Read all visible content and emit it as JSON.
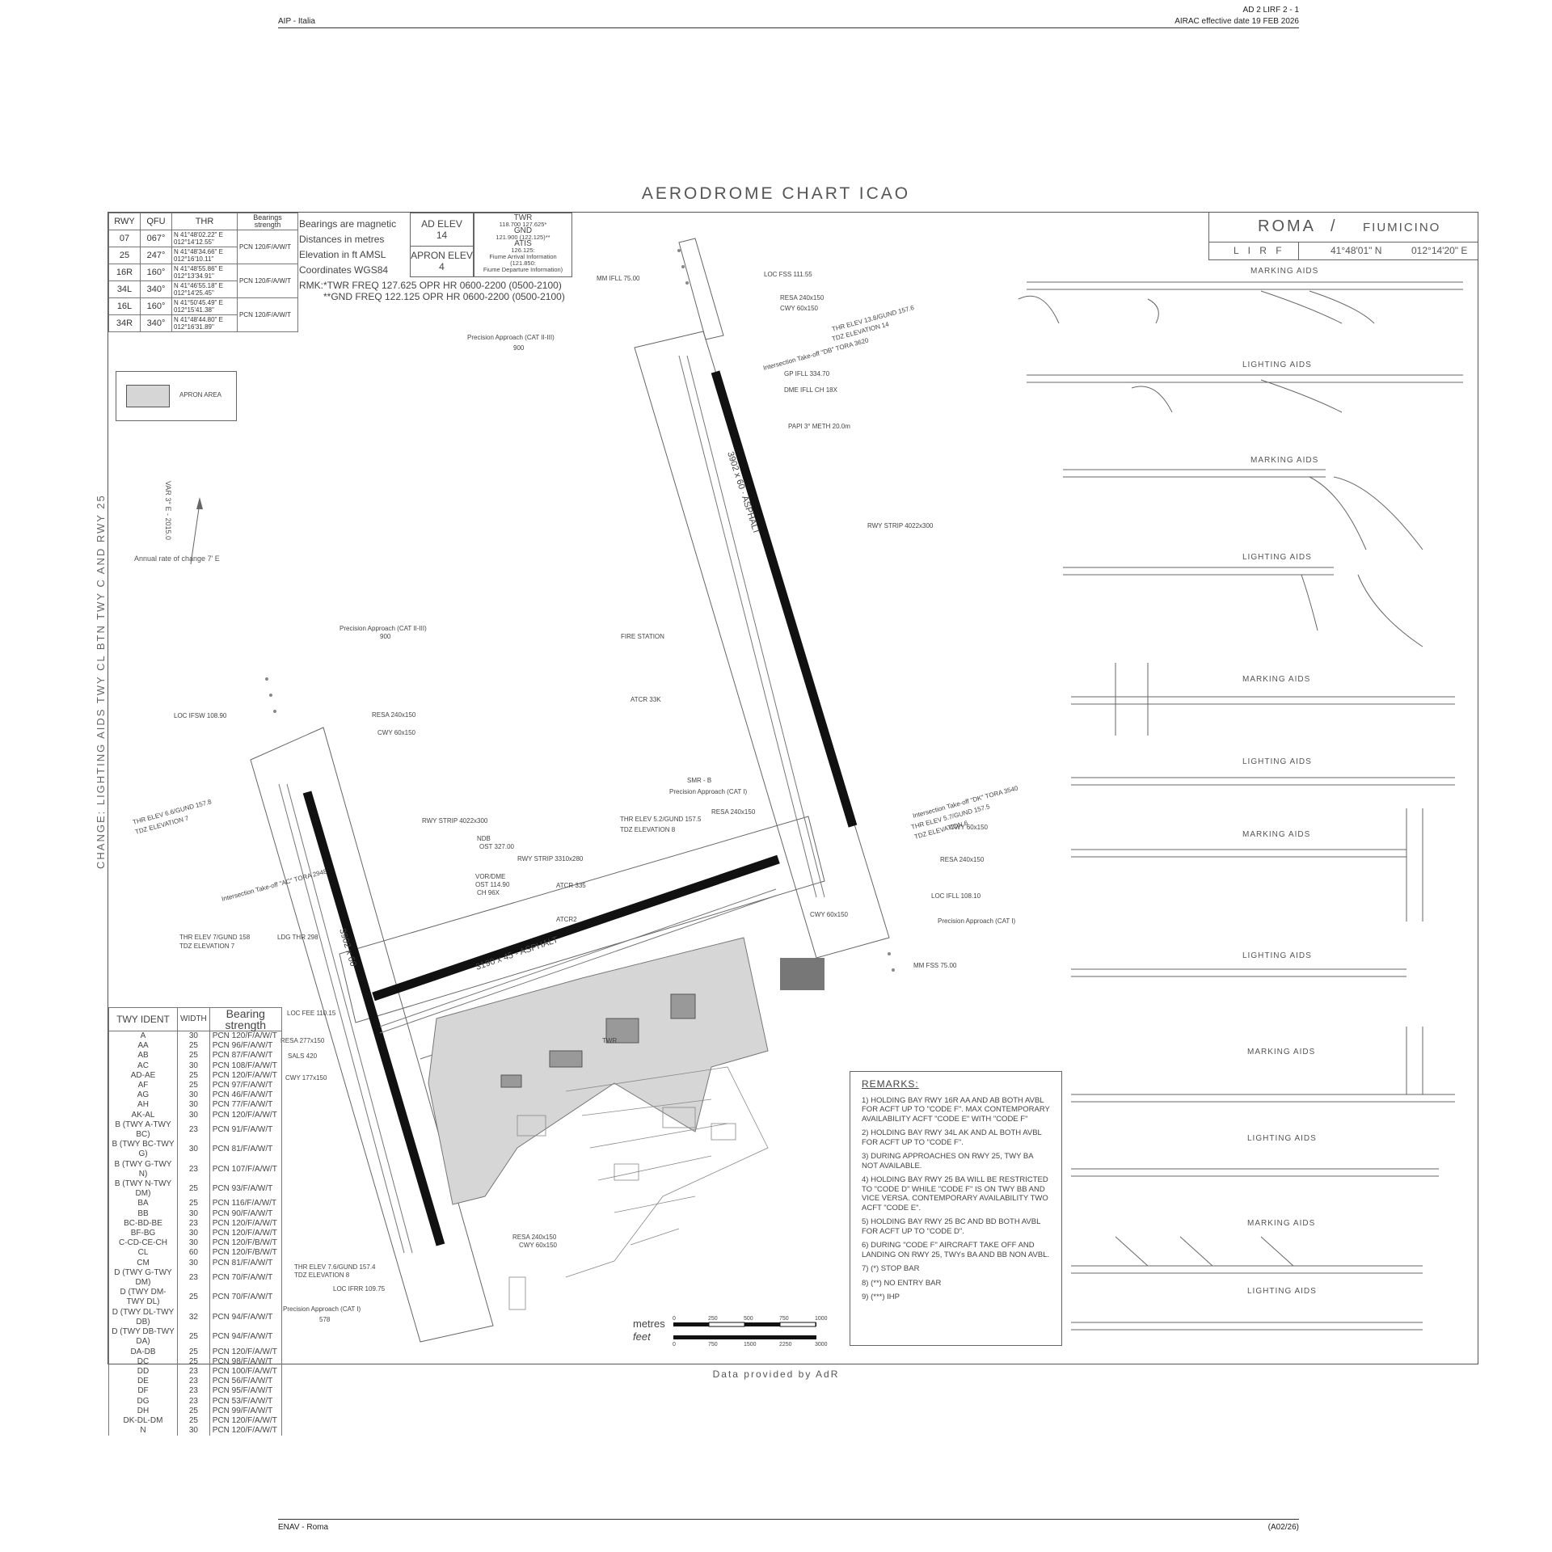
{
  "header": {
    "left": "AIP - Italia",
    "right_line1": "AD 2 LIRF 2 - 1",
    "right_line2": "AIRAC effective date 19 FEB 2026"
  },
  "footer": {
    "left": "ENAV - Roma",
    "right": "(A02/26)"
  },
  "chart_title": "AERODROME CHART ICAO",
  "location": {
    "city": "ROMA",
    "separator": "/",
    "airport": "FIUMICINO",
    "icao": "L I R F",
    "lat": "41°48'01\" N",
    "lon": "012°14'20\" E"
  },
  "runway_table": {
    "headers": [
      "RWY",
      "QFU",
      "THR",
      "Bearings strength"
    ],
    "rows": [
      {
        "rwy": "07",
        "qfu": "067°",
        "thr": "N 41°48'02.22\" E 012°14'12.55\"",
        "pcn": "PCN 120/F/A/W/T"
      },
      {
        "rwy": "25",
        "qfu": "247°",
        "thr": "N 41°48'34.66\" E 012°16'10.11\"",
        "pcn": ""
      },
      {
        "rwy": "16R",
        "qfu": "160°",
        "thr": "N 41°48'55.86\" E 012°13'34.91\"",
        "pcn": "PCN 120/F/A/W/T"
      },
      {
        "rwy": "34L",
        "qfu": "340°",
        "thr": "N 41°46'55.18\" E 012°14'25.45\"",
        "pcn": ""
      },
      {
        "rwy": "16L",
        "qfu": "160°",
        "thr": "N 41°50'45.49\" E 012°15'41.38\"",
        "pcn": "PCN 120/F/A/W/T"
      },
      {
        "rwy": "34R",
        "qfu": "340°",
        "thr": "N 41°48'44.80\" E 012°16'31.89\"",
        "pcn": ""
      }
    ]
  },
  "general_notes": [
    "Bearings are magnetic",
    "Distances in metres",
    "Elevation in ft AMSL",
    "Coordinates WGS84"
  ],
  "ad_elev": {
    "label": "AD ELEV",
    "value": "14"
  },
  "apron_elev": {
    "label": "APRON ELEV",
    "value": "4"
  },
  "frequencies": {
    "twr_label": "TWR",
    "twr": "118.700 127.625*",
    "gnd_label": "GND",
    "gnd": "121.900 (122.125)**",
    "atis_label": "ATIS",
    "atis1": "126.125:",
    "atis2": "Fiume Arrival Information",
    "atis3": "(121.850:",
    "atis4": "Fiume Departure Information)"
  },
  "rmk": {
    "line1": "RMK:*TWR FREQ 127.625 OPR HR 0600-2200 (0500-2100)",
    "line2": "**GND FREQ 122.125 OPR HR 0600-2200 (0500-2100)"
  },
  "legend_apron": "APRON AREA",
  "variation": "VAR 3° E - 2015.0",
  "annual_change": "Annual rate of change 7' E",
  "side_note": "CHANGE: LIGHTING AIDS TWY CL BTN TWY C AND RWY 25",
  "taxiway_table": {
    "headers": [
      "TWY IDENT",
      "WIDTH",
      "Bearing strength"
    ],
    "rows": [
      [
        "A",
        "30",
        "PCN 120/F/A/W/T"
      ],
      [
        "AA",
        "25",
        "PCN 96/F/A/W/T"
      ],
      [
        "AB",
        "25",
        "PCN 87/F/A/W/T"
      ],
      [
        "AC",
        "30",
        "PCN 108/F/A/W/T"
      ],
      [
        "AD-AE",
        "25",
        "PCN 120/F/A/W/T"
      ],
      [
        "AF",
        "25",
        "PCN 97/F/A/W/T"
      ],
      [
        "AG",
        "30",
        "PCN 46/F/A/W/T"
      ],
      [
        "AH",
        "30",
        "PCN 77/F/A/W/T"
      ],
      [
        "AK-AL",
        "30",
        "PCN 120/F/A/W/T"
      ],
      [
        "B (TWY A-TWY BC)",
        "23",
        "PCN 91/F/A/W/T"
      ],
      [
        "B (TWY BC-TWY G)",
        "30",
        "PCN 81/F/A/W/T"
      ],
      [
        "B (TWY G-TWY N)",
        "23",
        "PCN 107/F/A/W/T"
      ],
      [
        "B (TWY N-TWY DM)",
        "25",
        "PCN 93/F/A/W/T"
      ],
      [
        "BA",
        "25",
        "PCN 116/F/A/W/T"
      ],
      [
        "BB",
        "30",
        "PCN 90/F/A/W/T"
      ],
      [
        "BC-BD-BE",
        "23",
        "PCN 120/F/A/W/T"
      ],
      [
        "BF-BG",
        "30",
        "PCN 120/F/A/W/T"
      ],
      [
        "C-CD-CE-CH",
        "30",
        "PCN 120/F/B/W/T"
      ],
      [
        "CL",
        "60",
        "PCN 120/F/B/W/T"
      ],
      [
        "CM",
        "30",
        "PCN 81/F/A/W/T"
      ],
      [
        "D (TWY G-TWY DM)",
        "23",
        "PCN 70/F/A/W/T"
      ],
      [
        "D (TWY DM-TWY DL)",
        "25",
        "PCN 70/F/A/W/T"
      ],
      [
        "D (TWY DL-TWY DB)",
        "32",
        "PCN 94/F/A/W/T"
      ],
      [
        "D (TWY DB-TWY DA)",
        "25",
        "PCN 94/F/A/W/T"
      ],
      [
        "DA-DB",
        "25",
        "PCN 120/F/A/W/T"
      ],
      [
        "DC",
        "25",
        "PCN 98/F/A/W/T"
      ],
      [
        "DD",
        "23",
        "PCN 100/F/A/W/T"
      ],
      [
        "DE",
        "23",
        "PCN 56/F/A/W/T"
      ],
      [
        "DF",
        "23",
        "PCN 95/F/A/W/T"
      ],
      [
        "DG",
        "23",
        "PCN 53/F/A/W/T"
      ],
      [
        "DH",
        "25",
        "PCN 99/F/A/W/T"
      ],
      [
        "DK-DL-DM",
        "25",
        "PCN 120/F/A/W/T"
      ],
      [
        "N",
        "30",
        "PCN 120/F/A/W/T"
      ]
    ]
  },
  "remarks": {
    "title": "REMARKS:",
    "items": [
      "1) HOLDING BAY RWY 16R AA AND AB BOTH AVBL FOR ACFT UP TO \"CODE F\". MAX CONTEMPORARY AVAILABILITY ACFT \"CODE E\" WITH \"CODE F\"",
      "2) HOLDING BAY RWY 34L AK AND AL BOTH AVBL FOR ACFT UP TO \"CODE F\".",
      "3) DURING APPROACHES ON RWY 25, TWY BA NOT AVAILABLE.",
      "4) HOLDING BAY RWY 25 BA WILL BE RESTRICTED TO \"CODE D\" WHILE \"CODE F\" IS ON TWY BB AND VICE VERSA. CONTEMPORARY AVAILABILITY TWO ACFT \"CODE E\".",
      "5) HOLDING BAY RWY 25 BC AND BD BOTH AVBL FOR ACFT UP TO \"CODE D\".",
      "6) DURING \"CODE F\" AIRCRAFT TAKE OFF AND LANDING ON RWY 25, TWYs BA AND BB NON AVBL.",
      "7) (*) STOP BAR",
      "8) (**) NO ENTRY BAR",
      "9) (***) IHP"
    ]
  },
  "aids_labels": {
    "marking": "MARKING AIDS",
    "lighting": "LIGHTING AIDS"
  },
  "scale": {
    "metres_label": "metres",
    "feet_label": "feet",
    "metres_ticks": [
      "0",
      "250",
      "500",
      "750",
      "1000"
    ],
    "feet_ticks": [
      "0",
      "750",
      "1500",
      "2250",
      "3000"
    ]
  },
  "credit": "Data provided by AdR",
  "map_labels": {
    "rwy16r34l": "3902 x 60",
    "rwy16l34r": "3902 x 60 · ASPHALT",
    "rwy0725": "3190 x 45 - ASPHALT",
    "precision_cat2_3": "Precision Approach (CAT II-III)",
    "precision_cat1": "Precision Approach (CAT I)",
    "pa_900": "900",
    "pa_578": "578",
    "fire_station": "FIRE STATION",
    "atcr": "ATCR 33K",
    "smr": "SMR - B",
    "rwy_strip_4022": "RWY STRIP 4022x300",
    "rwy_strip_3310": "RWY STRIP 3310x280",
    "resa": "RESA 240x150",
    "cwy": "CWY 60x150",
    "twr": "TWR",
    "ndb": "NDB",
    "ost": "OST 327.00",
    "vor_dme": "VOR/DME",
    "vor_freq": "OST 114.90",
    "vor_ch": "CH 96X",
    "loc_ifsw": "LOC IFSW 108.90",
    "loc_fss": "LOC FSS 111.55",
    "loc_fll": "LOC IFLL 108.10",
    "loc_fee": "LOC FEE 110.15",
    "loc_ifrr": "LOC IFRR 109.75",
    "mm_ifll": "MM IFLL 75.00",
    "mm_fss": "MM FSS 75.00",
    "gp_ifll": "GP IFLL 334.70",
    "dme_ifll": "DME IFLL CH 18X",
    "papi_meth": "PAPI 3° METH 20.0m",
    "thr_elev_16l": "THR ELEV 13.8/GUND 157.6",
    "tdz_14": "TDZ ELEVATION 14",
    "intersection_db": "Intersection Take-off \"DB\" TORA 3620",
    "intersection_dk": "Intersection Take-off \"DK\" TORA 3540",
    "intersection_ac": "Intersection Take-off \"AC\" TORA 2948",
    "thr_elev_16r": "THR ELEV 6.6/GUND 157.8",
    "tdz_7": "TDZ ELEVATION 7",
    "thr_elev_07": "THR ELEV 7/GUND 158",
    "ldg_thr": "LDG THR 298",
    "thr_elev_25": "THR ELEV 5.2/GUND 157.5",
    "tdz_8": "TDZ ELEVATION 8",
    "thr_elev_34r": "THR ELEV 5.7/GUND 157.5",
    "tdz_6": "TDZ ELEVATION 6",
    "thr_elev_34l": "THR ELEV 7.6/GUND 157.4",
    "resa_277": "RESA 277x150",
    "sals": "SALS 420",
    "cwy_177": "CWY 177x150",
    "atcr_335": "ATCR 335",
    "atcr2": "ATCR2"
  }
}
